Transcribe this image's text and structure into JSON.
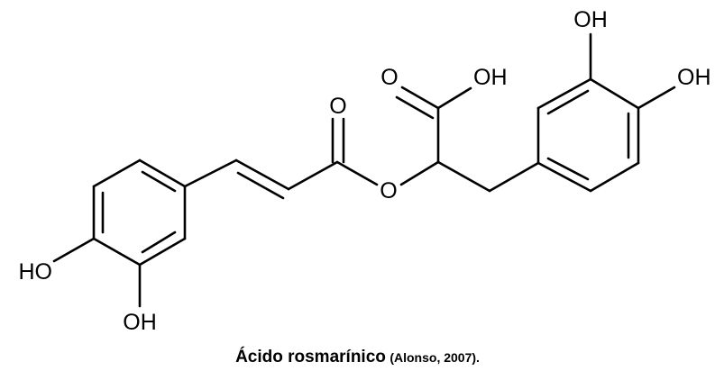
{
  "atoms": {
    "carbonyl_o": "O",
    "ester_o": "O",
    "acid_o": "O",
    "acid_oh": "OH",
    "left_ho": "HO",
    "left_oh": "OH",
    "right_oh_top": "OH",
    "right_oh_side": "OH"
  },
  "caption": {
    "title": "Ácido rosmarínico",
    "source": "(Alonso, 2007)."
  },
  "colors": {
    "ink": "#000000",
    "background": "#ffffff"
  }
}
